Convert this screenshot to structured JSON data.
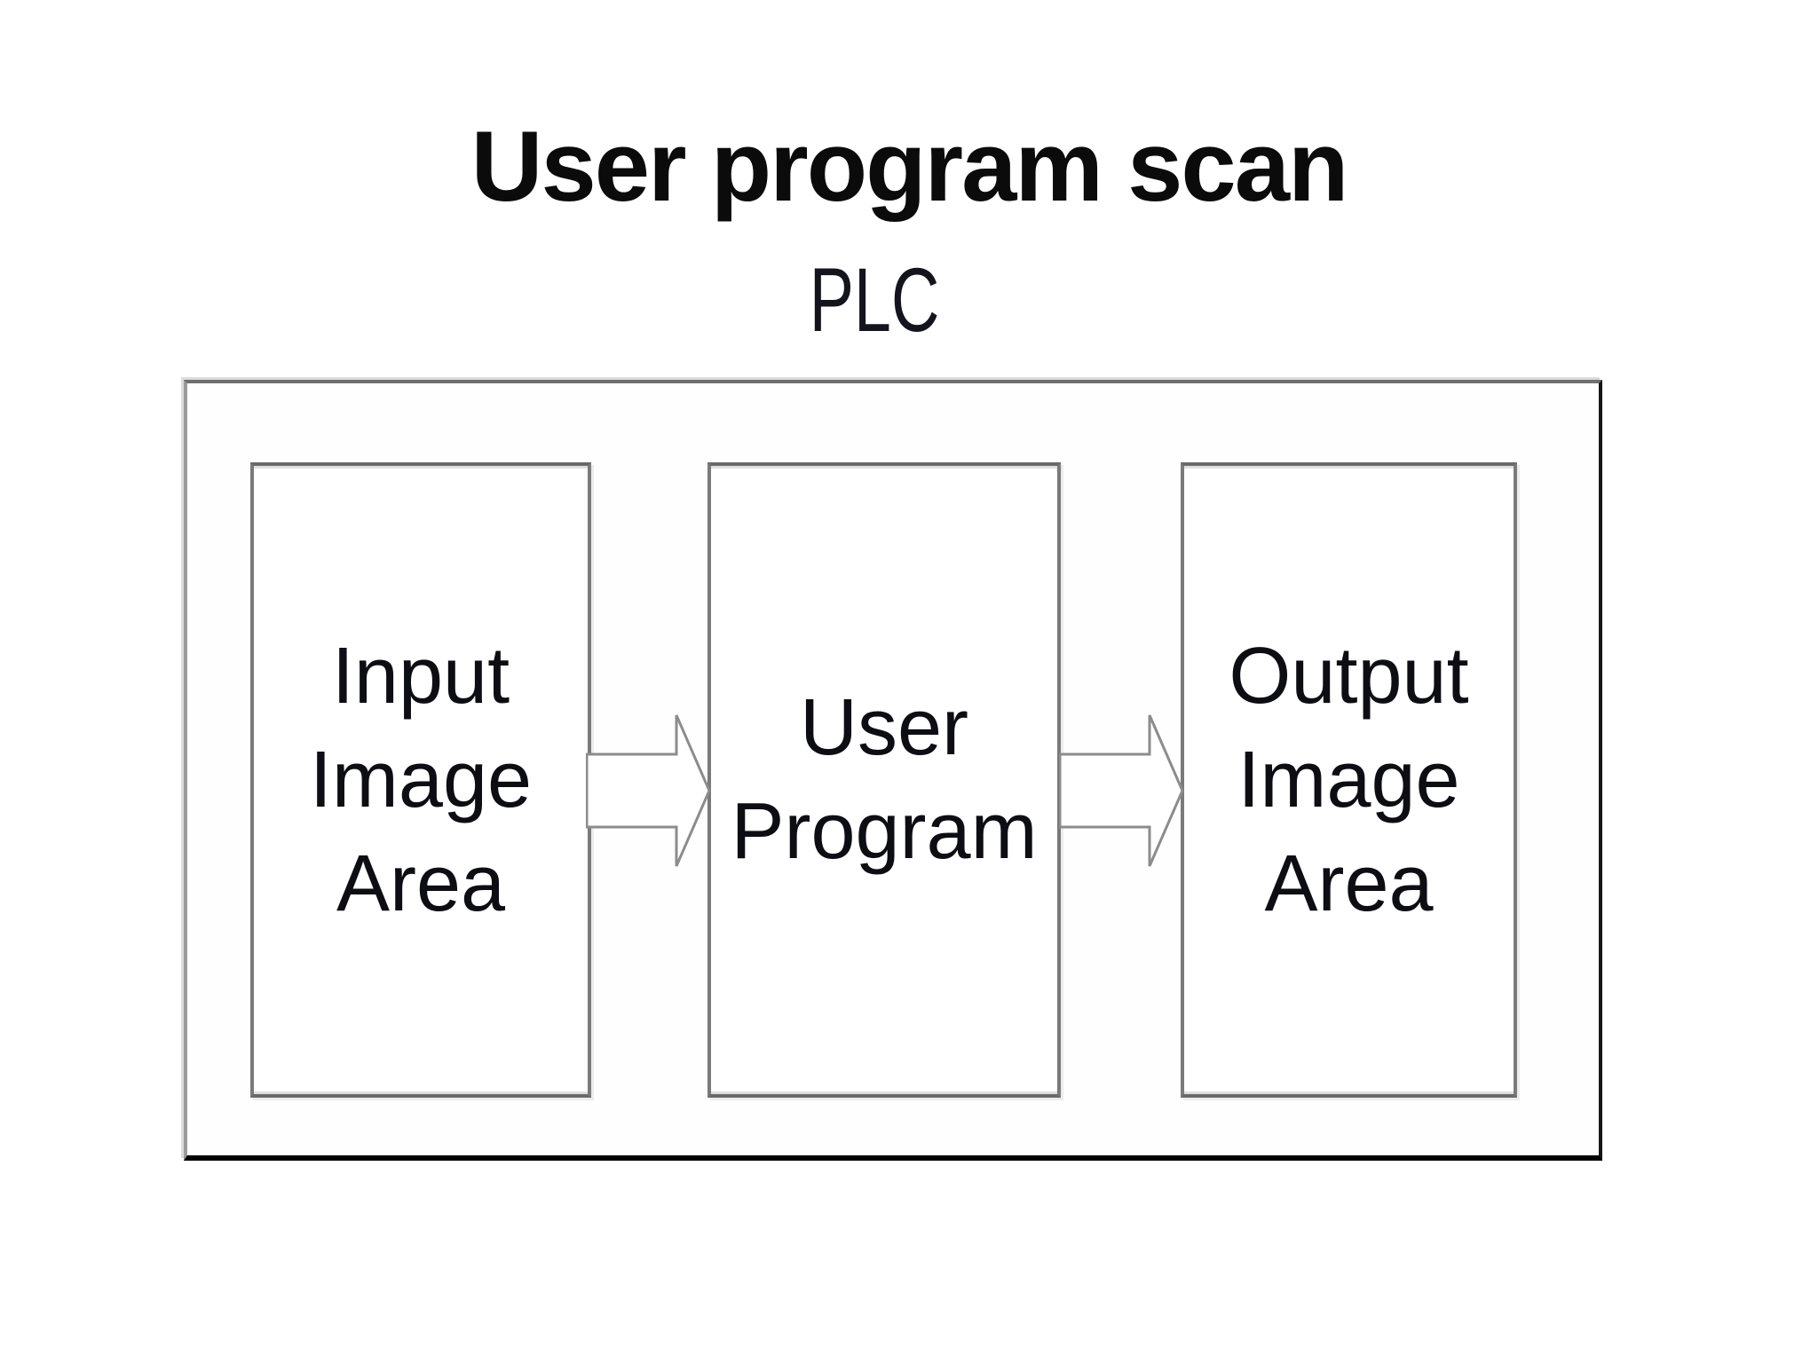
{
  "title": "User program scan",
  "plc_label": "PLC",
  "diagram": {
    "boxes": [
      {
        "id": "input-image-area",
        "label": "Input Image Area",
        "lines": [
          "Input",
          "Image",
          "Area"
        ]
      },
      {
        "id": "user-program",
        "label": "User Program",
        "lines": [
          "User",
          "Program"
        ]
      },
      {
        "id": "output-image-area",
        "label": "Output Image Area",
        "lines": [
          "Output",
          "Image",
          "Area"
        ]
      }
    ],
    "arrows": [
      {
        "id": "input-to-user-program",
        "direction": "right"
      },
      {
        "id": "user-program-to-output",
        "direction": "right"
      }
    ],
    "colors": {
      "background": "#ffffff",
      "text": "#0d0d0d",
      "outer_border_top": "#6f6f6f",
      "outer_border_left": "#9b9b9b",
      "outer_border_right": "#161616",
      "outer_border_bottom": "#000000",
      "inner_border": "#7a7a7a",
      "arrow_fill": "#ffffff",
      "arrow_outline": "#8c8c8c"
    }
  }
}
